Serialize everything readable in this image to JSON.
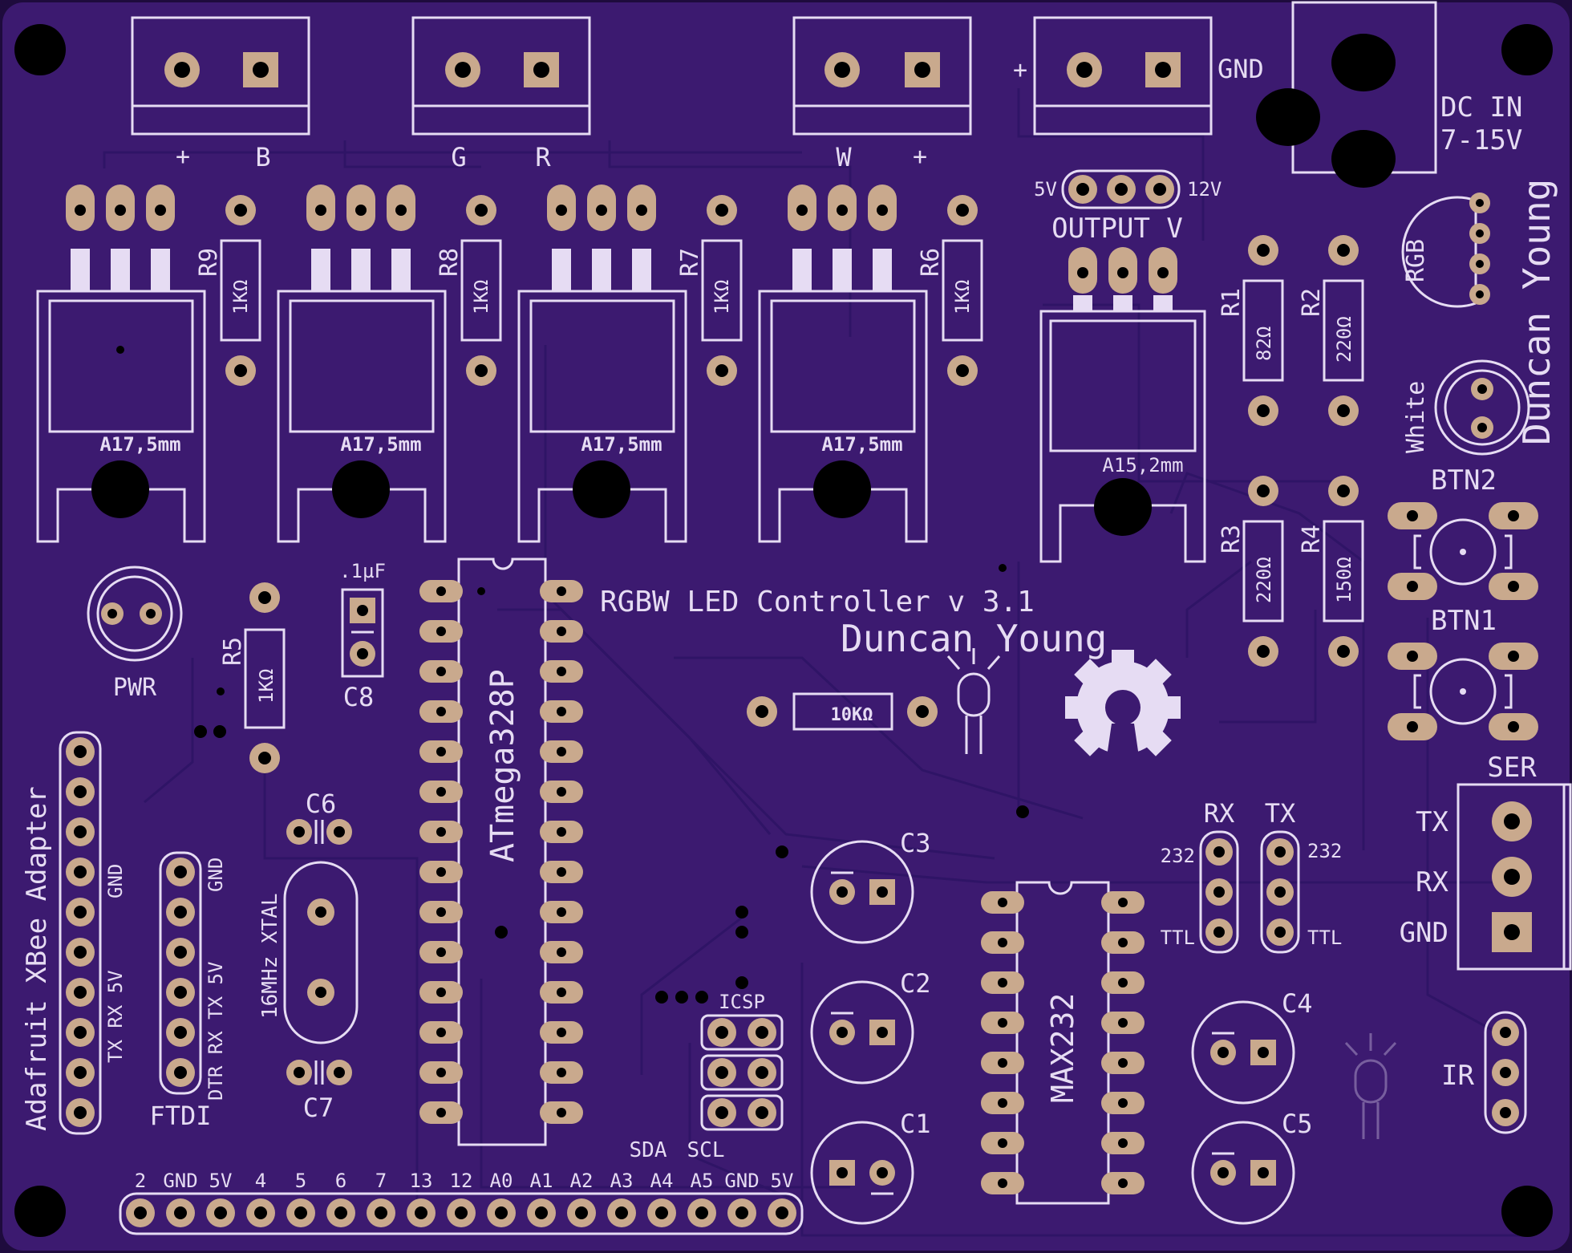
{
  "board": {
    "title": "RGBW LED Controller v 3.1",
    "author": "Duncan Young",
    "side_author": "Duncan Young",
    "colors": {
      "pcb": "#3c1a70",
      "silkscreen": "#e6dcf3",
      "copper": "#c9a98d",
      "trace": "#2f1466"
    }
  },
  "connectors": {
    "terminal_b": {
      "left": "+",
      "right": "B"
    },
    "terminal_gr": {
      "left": "G",
      "right": "R"
    },
    "terminal_w": {
      "left": "W",
      "right": "+"
    },
    "power_in": {
      "plus": "+",
      "gnd": "GND"
    },
    "dc_jack": {
      "line1": "DC IN",
      "line2": "7-15V"
    },
    "output_v": {
      "title": "OUTPUT V",
      "low": "5V",
      "high": "12V"
    }
  },
  "regulators": [
    {
      "label": "A17,5mm"
    },
    {
      "label": "A17,5mm"
    },
    {
      "label": "A17,5mm"
    },
    {
      "label": "A17,5mm"
    },
    {
      "label": "A15,2mm"
    }
  ],
  "resistors": {
    "r9": {
      "ref": "R9",
      "value": "1KΩ"
    },
    "r8": {
      "ref": "R8",
      "value": "1KΩ"
    },
    "r7": {
      "ref": "R7",
      "value": "1KΩ"
    },
    "r6": {
      "ref": "R6",
      "value": "1KΩ"
    },
    "r1": {
      "ref": "R1",
      "value": "82Ω"
    },
    "r2": {
      "ref": "R2",
      "value": "220Ω"
    },
    "r3": {
      "ref": "R3",
      "value": "220Ω"
    },
    "r4": {
      "ref": "R4",
      "value": "150Ω"
    },
    "r5": {
      "ref": "R5",
      "value": "1KΩ"
    },
    "r_pullup": {
      "value": "10KΩ"
    }
  },
  "leds": {
    "rgb": "RGB",
    "white": "White",
    "pwr": "PWR",
    "ir": "IR"
  },
  "buttons": {
    "btn2": "BTN2",
    "btn1": "BTN1"
  },
  "serial": {
    "title": "SER",
    "tx": "TX",
    "rx": "RX",
    "gnd": "GND"
  },
  "capacitors": {
    "c8": {
      "ref": "C8",
      "value": ".1µF"
    },
    "c6": "C6",
    "c7": "C7",
    "c3": "C3",
    "c2": "C2",
    "c1": "C1",
    "c4": "C4",
    "c5": "C5"
  },
  "ics": {
    "mcu": "ATmega328P",
    "rs232": "MAX232"
  },
  "crystal": "16MHz XTAL",
  "jumpers": {
    "rx": "RX",
    "tx": "TX",
    "rs232": "232",
    "ttl": "TTL"
  },
  "xbee": {
    "title": "Adafruit XBee Adapter",
    "pins": "TX RX 5V",
    "gnd": "GND"
  },
  "ftdi": {
    "title": "FTDI",
    "pins": "DTR RX TX 5V",
    "gnd": "GND"
  },
  "icsp": {
    "title": "ICSP",
    "sda": "SDA",
    "scl": "SCL"
  },
  "header_labels": [
    "2",
    "GND",
    "5V",
    "4",
    "5",
    "6",
    "7",
    "13",
    "12",
    "A0",
    "A1",
    "A2",
    "A3",
    "A4",
    "A5",
    "GND",
    "5V"
  ]
}
